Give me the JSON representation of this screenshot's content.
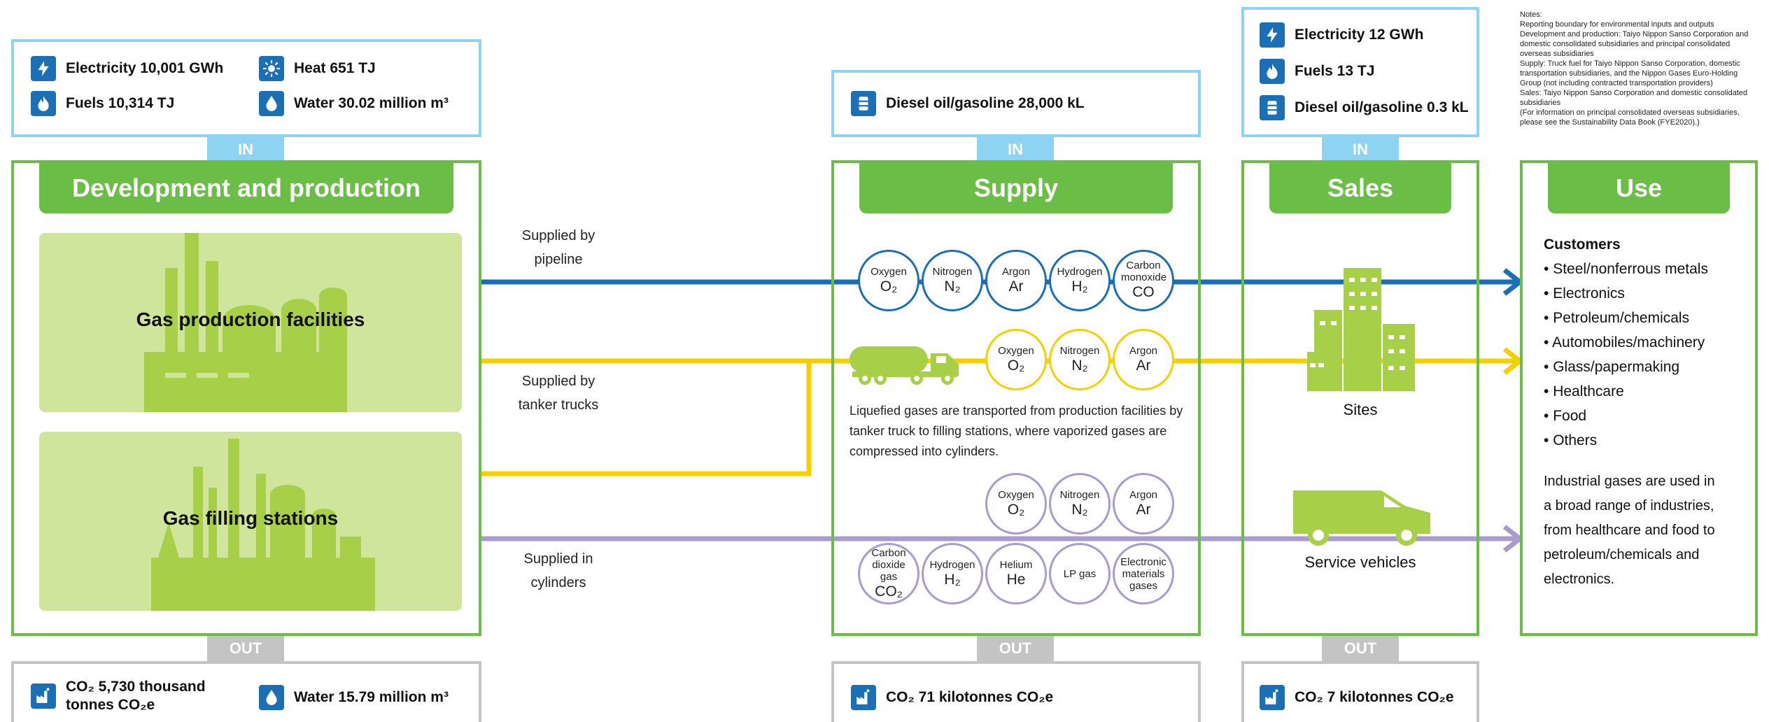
{
  "notes": [
    "Notes:",
    "Reporting boundary for environmental inputs and outputs",
    "Development and production: Taiyo Nippon Sanso Corporation and domestic consolidated subsidiaries and principal consolidated overseas subsidiaries",
    "Supply: Truck fuel for Taiyo Nippon Sanso Corporation, domestic transportation subsidiaries, and the Nippon Gases Euro-Holding Group (not including contracted transportation providers)",
    "Sales: Taiyo Nippon Sanso Corporation and domestic consolidated subsidiaries",
    "(For information on principal consolidated overseas subsidiaries, please see the Sustainability Data Book (FYE2020).)"
  ],
  "in_label": "IN",
  "out_label": "OUT",
  "dev": {
    "title": "Development and production",
    "inputs": [
      {
        "icon": "lightning-icon",
        "text": "Electricity 10,001 GWh"
      },
      {
        "icon": "sun-icon",
        "text": "Heat 651 TJ"
      },
      {
        "icon": "flame-icon",
        "text": "Fuels 10,314 TJ"
      },
      {
        "icon": "water-drop-icon",
        "text": "Water 30.02 million m³"
      }
    ],
    "facilities": [
      "Gas production facilities",
      "Gas filling stations"
    ],
    "outputs": [
      {
        "icon": "factory-emission-icon",
        "line1": "CO₂ 5,730 thousand",
        "line2": "tonnes CO₂e"
      },
      {
        "icon": "water-drop-icon",
        "text": "Water 15.79 million m³"
      }
    ]
  },
  "routes": {
    "pipeline": [
      "Supplied by",
      "pipeline"
    ],
    "tanker": [
      "Supplied by",
      "tanker trucks"
    ],
    "cylinders": [
      "Supplied in",
      "cylinders"
    ]
  },
  "supply": {
    "title": "Supply",
    "input": {
      "icon": "oil-barrel-icon",
      "text": "Diesel oil/gasoline 28,000 kL"
    },
    "pipeline_gases": [
      {
        "name": "Oxygen",
        "formula": "O₂"
      },
      {
        "name": "Nitrogen",
        "formula": "N₂"
      },
      {
        "name": "Argon",
        "formula": "Ar"
      },
      {
        "name": "Hydrogen",
        "formula": "H₂"
      },
      {
        "name": "Carbon monoxide",
        "formula": "CO"
      }
    ],
    "tanker_gases": [
      {
        "name": "Oxygen",
        "formula": "O₂"
      },
      {
        "name": "Nitrogen",
        "formula": "N₂"
      },
      {
        "name": "Argon",
        "formula": "Ar"
      }
    ],
    "description": "Liquefied gases are transported from production facilities by tanker truck to filling stations, where vaporized gases are compressed into cylinders.",
    "cylinder_gases_row1": [
      {
        "name": "Oxygen",
        "formula": "O₂"
      },
      {
        "name": "Nitrogen",
        "formula": "N₂"
      },
      {
        "name": "Argon",
        "formula": "Ar"
      }
    ],
    "cylinder_gases_row2": [
      {
        "name": "Carbon dioxide gas",
        "formula": "CO₂"
      },
      {
        "name": "Hydrogen",
        "formula": "H₂"
      },
      {
        "name": "Helium",
        "formula": "He"
      },
      {
        "name": "LP gas",
        "formula": ""
      },
      {
        "name": "Electronic materials gases",
        "formula": ""
      }
    ],
    "output": {
      "icon": "factory-emission-icon",
      "text": "CO₂ 71 kilotonnes CO₂e"
    }
  },
  "sales": {
    "title": "Sales",
    "inputs": [
      {
        "icon": "lightning-icon",
        "text": "Electricity 12 GWh"
      },
      {
        "icon": "flame-icon",
        "text": "Fuels 13 TJ"
      },
      {
        "icon": "oil-barrel-icon",
        "text": "Diesel oil/gasoline 0.3 kL"
      }
    ],
    "sites_label": "Sites",
    "vehicles_label": "Service vehicles",
    "output": {
      "icon": "factory-emission-icon",
      "text": "CO₂ 7 kilotonnes CO₂e"
    }
  },
  "use": {
    "title": "Use",
    "customers_heading": "Customers",
    "customers": [
      "Steel/nonferrous metals",
      "Electronics",
      "Petroleum/chemicals",
      "Automobiles/machinery",
      "Glass/papermaking",
      "Healthcare",
      "Food",
      "Others"
    ],
    "summary": [
      "Industrial gases are used in",
      "a broad range of industries,",
      "from healthcare and food to",
      "petroleum/chemicals and",
      "electronics."
    ]
  },
  "colors": {
    "green": "#6abd45",
    "light_green": "#cfe59b",
    "pale_blue": "#8fd3f2",
    "blue": "#1a6fb5",
    "yellow": "#f5d000",
    "purple": "#a99bcf",
    "grey": "#c4c4c4"
  }
}
